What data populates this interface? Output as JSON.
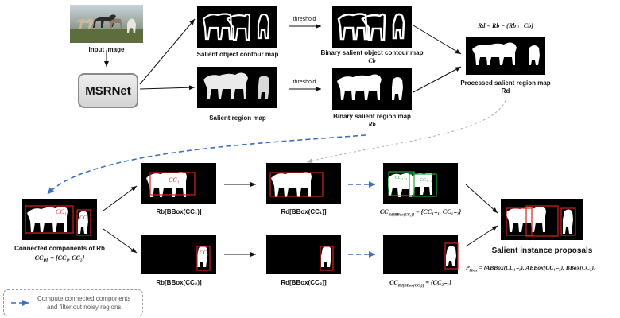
{
  "labels": {
    "input_image": "Input image",
    "msrnet": "MSRNet",
    "contour_map": "Salient object contour map",
    "region_map": "Salient region map",
    "threshold_1": "threshold",
    "threshold_2": "threshold",
    "binary_contour_map": "Binary salient object contour map",
    "binary_contour_symbol": "Cb",
    "binary_region_map": "Binary salient region map",
    "binary_region_symbol": "Rb",
    "rd_formula": "Rd = Rb − (Rb ∩ Cb)",
    "processed_map": "Processed salient region map",
    "processed_symbol": "Rd",
    "connected_components": "Connected components of Rb",
    "cc_rb_formula": "CC",
    "cc_rb_sub": "Rb",
    "cc_rb_rhs": " = {CC₁, CC₂}",
    "rb_bbox_cc1": "Rb[BBox(CC₁)]",
    "rd_bbox_cc1": "Rd[BBox(CC₁)]",
    "rb_bbox_cc2": "Rb[BBox(CC₂)]",
    "rd_bbox_cc2": "Rd[BBox(CC₂)]",
    "cc_rd_cc1": "CC",
    "cc_rd_cc1_sub": "Rd[BBox(CC₁)]",
    "cc_rd_cc1_rhs": " = {CC₁₋₁, CC₁₋₂}",
    "cc_rd_cc2": "CC",
    "cc_rd_cc2_sub": "Rd[BBox(CC₂)]",
    "cc_rd_cc2_rhs": " = {CC₂₋₁}",
    "salient_instance": "Salient instance proposals",
    "pbbox": "P",
    "pbbox_sub": "bbox",
    "pbbox_rhs": " = {ABBox(CC₁₋₁), ABBox(CC₁₋₂), BBox(CC₂)}",
    "box_cc1": "CC₁",
    "box_cc2": "CC₂",
    "box_cc11": "CC₁₋₁",
    "box_cc12": "CC₁₋₂"
  },
  "legend": {
    "line1": "Compute connected components",
    "line2": "and filter out noisy regions"
  },
  "colors": {
    "bbox_red": "#d42020",
    "bbox_green": "#22a83a",
    "dashed_blue": "#3b6fc4",
    "arrow": "#111111"
  }
}
